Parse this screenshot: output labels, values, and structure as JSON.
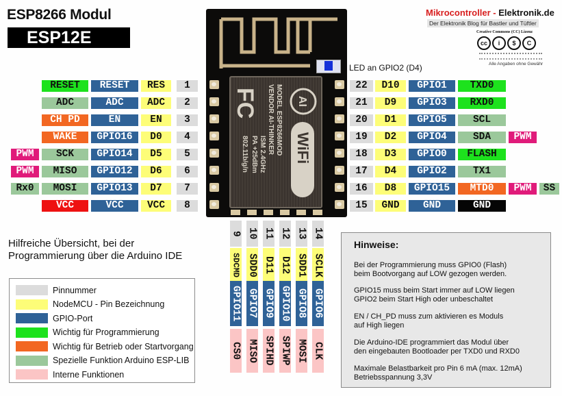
{
  "header": {
    "title": "ESP8266 Modul",
    "subtitle": "ESP12E"
  },
  "brand": {
    "name_red": "Mikrocontroller",
    "separator": " - ",
    "name_black": "Elektronik.de",
    "tagline": "Der Elektronik Blog für Bastler und Tüftler",
    "license_title": "Creative Commons (CC) Lizenz",
    "license_icons": [
      "cc-icon",
      "by-icon",
      "nc-icon",
      "sa-icon"
    ],
    "license_icon_glyphs": [
      "cc",
      "i",
      "$",
      "C"
    ],
    "disclaimer": "Alle Angaben ohne Gewähr"
  },
  "module": {
    "led_label": "LED an GPIO2 (D4)",
    "shield_lines": [
      "MODEL    ESP8266MOD",
      "VENDOR  AI-THINKER",
      "ISM 2.4GHz",
      "PA +25dBm",
      "802.11b/g/n"
    ],
    "shield_logo": "AI",
    "wifi_logo": "WiFi",
    "fcc_logo": "FC"
  },
  "colors": {
    "pin_number": "#dcdcdc",
    "nodemcu": "#fdfd78",
    "gpio": "#2f6297",
    "programming": "#1de21d",
    "boot": "#f26722",
    "special": "#9bc89b",
    "internal": "#fbc5c5",
    "pwm": "#e01b7a",
    "vcc": "#ee1111",
    "gnd": "#050505"
  },
  "left_pins": [
    {
      "num": "1",
      "node": "RES",
      "gpio": "RESET",
      "func": "RESET",
      "func_type": "prog",
      "extra": "",
      "extra_type": ""
    },
    {
      "num": "2",
      "node": "ADC",
      "gpio": "ADC",
      "func": "ADC",
      "func_type": "spec",
      "extra": "",
      "extra_type": ""
    },
    {
      "num": "3",
      "node": "EN",
      "gpio": "EN",
      "func": "CH PD",
      "func_type": "boot",
      "extra": "",
      "extra_type": ""
    },
    {
      "num": "4",
      "node": "D0",
      "gpio": "GPIO16",
      "func": "WAKE",
      "func_type": "boot",
      "extra": "",
      "extra_type": ""
    },
    {
      "num": "5",
      "node": "D5",
      "gpio": "GPIO14",
      "func": "SCK",
      "func_type": "spec",
      "extra": "PWM",
      "extra_type": "pwm"
    },
    {
      "num": "6",
      "node": "D6",
      "gpio": "GPIO12",
      "func": "MISO",
      "func_type": "spec",
      "extra": "PWM",
      "extra_type": "pwm"
    },
    {
      "num": "7",
      "node": "D7",
      "gpio": "GPIO13",
      "func": "MOSI",
      "func_type": "spec",
      "extra": "Rx0",
      "extra_type": "spec"
    },
    {
      "num": "8",
      "node": "VCC",
      "gpio": "VCC",
      "func": "VCC",
      "func_type": "vcc",
      "extra": "",
      "extra_type": ""
    }
  ],
  "right_pins": [
    {
      "num": "22",
      "node": "D10",
      "gpio": "GPIO1",
      "func": "TXD0",
      "func_type": "prog",
      "extra": "",
      "extra_type": "",
      "extra2": ""
    },
    {
      "num": "21",
      "node": "D9",
      "gpio": "GPIO3",
      "func": "RXD0",
      "func_type": "prog",
      "extra": "",
      "extra_type": "",
      "extra2": ""
    },
    {
      "num": "20",
      "node": "D1",
      "gpio": "GPIO5",
      "func": "SCL",
      "func_type": "spec",
      "extra": "",
      "extra_type": "",
      "extra2": ""
    },
    {
      "num": "19",
      "node": "D2",
      "gpio": "GPIO4",
      "func": "SDA",
      "func_type": "spec",
      "extra": "PWM",
      "extra_type": "pwm",
      "extra2": ""
    },
    {
      "num": "18",
      "node": "D3",
      "gpio": "GPIO0",
      "func": "FLASH",
      "func_type": "prog",
      "extra": "",
      "extra_type": "",
      "extra2": ""
    },
    {
      "num": "17",
      "node": "D4",
      "gpio": "GPIO2",
      "func": "TX1",
      "func_type": "spec",
      "extra": "",
      "extra_type": "",
      "extra2": ""
    },
    {
      "num": "16",
      "node": "D8",
      "gpio": "GPIO15",
      "func": "MTD0",
      "func_type": "boot",
      "extra": "PWM",
      "extra_type": "pwm",
      "extra2": "SS"
    },
    {
      "num": "15",
      "node": "GND",
      "gpio": "GND",
      "func": "GND",
      "func_type": "gnd",
      "extra": "",
      "extra_type": "",
      "extra2": ""
    }
  ],
  "bottom_pins": [
    {
      "num": "9",
      "node": "SDCMD",
      "gpio": "GPIO11",
      "func": "CS0"
    },
    {
      "num": "10",
      "node": "SDD0",
      "gpio": "GPIO7",
      "func": "MISO"
    },
    {
      "num": "11",
      "node": "D11",
      "gpio": "GPIO9",
      "func": "SPIHD"
    },
    {
      "num": "12",
      "node": "D12",
      "gpio": "GPIO10",
      "func": "SPIWP"
    },
    {
      "num": "13",
      "node": "SDD1",
      "gpio": "GPIO8",
      "func": "MOSI"
    },
    {
      "num": "14",
      "node": "SCLK",
      "gpio": "GPIO6",
      "func": "CLK"
    }
  ],
  "helper_text": {
    "line1": "Hilfreiche Übersicht, bei der",
    "line2": "Programmierung über die Arduino IDE"
  },
  "legend": [
    {
      "label": "Pinnummer",
      "color": "#dcdcdc"
    },
    {
      "label": "NodeMCU - Pin Bezeichnung",
      "color": "#fdfd78"
    },
    {
      "label": "GPIO-Port",
      "color": "#2f6297"
    },
    {
      "label": "Wichtig für Programmierung",
      "color": "#1de21d"
    },
    {
      "label": "Wichtig  für Betrieb oder Startvorgang",
      "color": "#f26722"
    },
    {
      "label": "Spezielle Funktion Arduino ESP-LIB",
      "color": "#9bc89b"
    },
    {
      "label": "Interne Funktionen",
      "color": "#fbc5c5"
    }
  ],
  "notes": {
    "title": "Hinweise:",
    "items": [
      "Bei der Programmierung muss GPIO0 (Flash)\nbeim Bootvorgang auf LOW gezogen werden.",
      "GPIO15 muss beim Start immer auf LOW liegen\nGPIO2 beim Start High oder unbeschaltet",
      "EN / CH_PD muss zum aktivieren es Moduls\nauf High liegen",
      "Die Arduino-IDE programmiert das Modul über\nden eingebauten Bootloader per TXD0 und RXD0",
      "Maximale Belastbarkeit pro Pin 6 mA (max. 12mA)\nBetriebsspannung 3,3V"
    ]
  }
}
